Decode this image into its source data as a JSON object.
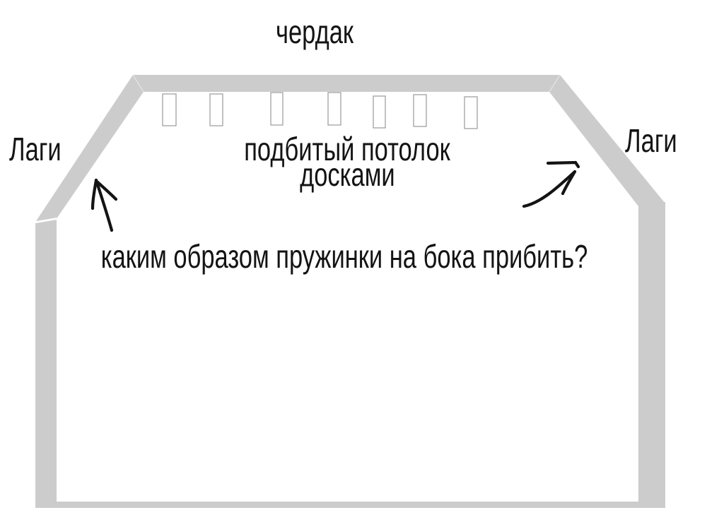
{
  "diagram": {
    "labels": {
      "attic": "чердак",
      "joists_left": "Лаги",
      "joists_right": "Лаги",
      "ceiling_line1": "подбитый потолок",
      "ceiling_line2": "досками",
      "question": "каким образом пружинки на бока прибить?"
    },
    "ceiling_boards_count": 7,
    "colors": {
      "wall_band": "#cccccc",
      "board_border": "#999999",
      "ink": "#141414",
      "background": "#ffffff"
    }
  }
}
